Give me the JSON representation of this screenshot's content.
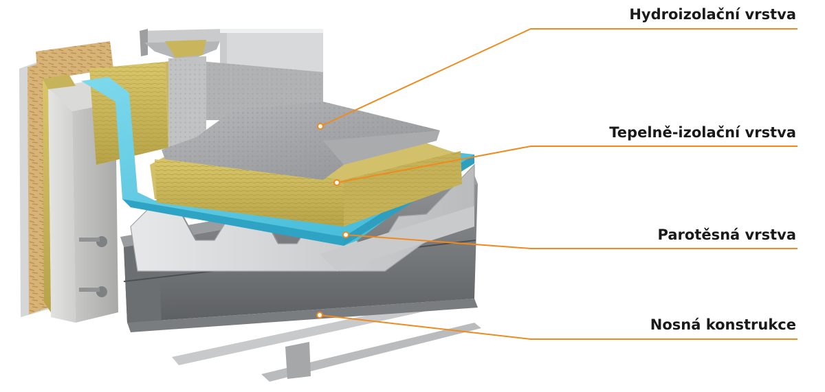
{
  "diagram": {
    "accent_color": "#f08a1c",
    "layers": [
      {
        "id": "hydro",
        "label": "Hydroizolační vrstva"
      },
      {
        "id": "thermal",
        "label": "Tepelně-izolační vrstva"
      },
      {
        "id": "vapour",
        "label": "Parotěsná vrstva"
      },
      {
        "id": "structure",
        "label": "Nosná konstrukce"
      }
    ]
  }
}
